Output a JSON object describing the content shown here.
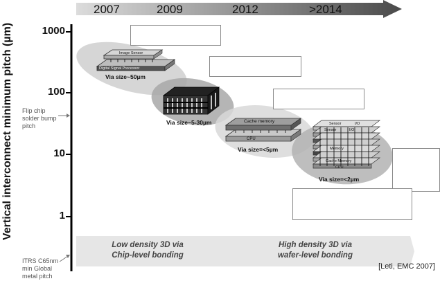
{
  "timeline": {
    "years": [
      "2007",
      "2009",
      "2012",
      ">2014"
    ]
  },
  "axis": {
    "ylabel": "Vertical interconnect minimum pitch (µm)",
    "ticks": [
      "1000",
      "100",
      "10",
      "1"
    ]
  },
  "notes": {
    "flip_chip": [
      "Flip chip",
      "solder bump",
      "pitch"
    ],
    "itrs": [
      "ITRS C65nm",
      "min Global",
      "metal pitch"
    ]
  },
  "stacks": {
    "stack1": {
      "top_layer": "Image Sensor",
      "bottom_layer": "Digital Signal Processor",
      "via": "Via size~50µm"
    },
    "stack2": {
      "via": "Via size~5-30µm"
    },
    "stack3": {
      "top_layer": "Cache memory",
      "bottom_layer": "CPU",
      "via": "Via size=<5µm"
    },
    "stack4": {
      "layers": [
        "Sensor",
        "I/O",
        "Sensor",
        "I/O",
        "Memory",
        "Cache Memory",
        "CPU"
      ],
      "via": "Via size=<2µm"
    }
  },
  "bands": {
    "low": [
      "Low density 3D via",
      "Chip-level bonding"
    ],
    "high": [
      "High density 3D via",
      "wafer-level bonding"
    ]
  },
  "citation": "[Leti, EMC 2007]"
}
